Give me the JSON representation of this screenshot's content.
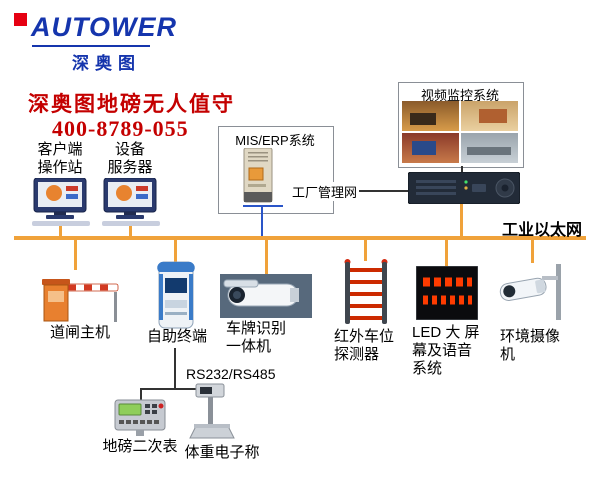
{
  "logo": {
    "brand": "AUTOWER",
    "brand_cn": "深奥图"
  },
  "header": {
    "title": "深奥图地磅无人值守",
    "phone": "400-8789-055"
  },
  "stations": [
    {
      "lines": [
        "客户端",
        "操作站"
      ]
    },
    {
      "lines": [
        "设备",
        "服务器"
      ]
    }
  ],
  "mis": {
    "label": "MIS/ERP系统",
    "network": "工厂管理网"
  },
  "video": {
    "label": "视频监控系统"
  },
  "bus": {
    "label": "工业以太网"
  },
  "devices": [
    {
      "id": "barrier",
      "lines": [
        "道闸主机"
      ]
    },
    {
      "id": "kiosk",
      "lines": [
        "自助终端"
      ]
    },
    {
      "id": "lpr",
      "lines": [
        "车牌识别",
        "一体机"
      ]
    },
    {
      "id": "infrared",
      "lines": [
        "红外车位",
        "探测器"
      ]
    },
    {
      "id": "led",
      "lines": [
        "LED 大 屏",
        "幕及语音",
        "系统"
      ]
    },
    {
      "id": "envcam",
      "lines": [
        "环境摄像",
        "机"
      ]
    }
  ],
  "serial": {
    "label": "RS232/RS485"
  },
  "sub_devices": [
    {
      "id": "indicator",
      "label": "地磅二次表"
    },
    {
      "id": "scale",
      "label": "体重电子称"
    }
  ],
  "colors": {
    "accent_red": "#c40000",
    "logo_blue": "#1535ad",
    "logo_red": "#e60012",
    "bus_orange": "#f0a23a",
    "led_red": "#ff3b00"
  }
}
